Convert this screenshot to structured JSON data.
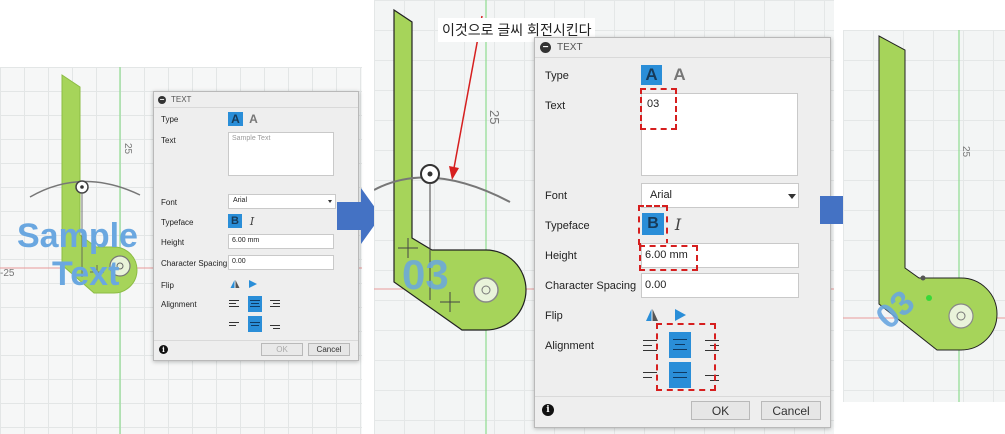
{
  "panel1": {
    "dialog": {
      "title": "TEXT",
      "labels": {
        "type": "Type",
        "text": "Text",
        "font": "Font",
        "typeface": "Typeface",
        "height": "Height",
        "spacing": "Character Spacing",
        "flip": "Flip",
        "alignment": "Alignment"
      },
      "text_placeholder": "Sample Text",
      "font_value": "Arial",
      "height_value": "6.00 mm",
      "spacing_value": "0.00",
      "ok_label": "OK",
      "cancel_label": "Cancel"
    },
    "canvas": {
      "sample_text_line1": "Sample",
      "sample_text_line2": "Text",
      "dim_label": "25",
      "axis_label": "-25"
    }
  },
  "panel2": {
    "callout": "이것으로 글씨 회전시킨다",
    "dialog": {
      "title": "TEXT",
      "labels": {
        "type": "Type",
        "text": "Text",
        "font": "Font",
        "typeface": "Typeface",
        "height": "Height",
        "spacing": "Character Spacing",
        "flip": "Flip",
        "alignment": "Alignment"
      },
      "text_value": "03",
      "font_value": "Arial",
      "height_value": "6.00 mm",
      "spacing_value": "0.00",
      "ok_label": "OK",
      "cancel_label": "Cancel"
    },
    "canvas": {
      "text_on_part": "03",
      "dim_label": "25"
    }
  },
  "panel3": {
    "canvas": {
      "text_on_part": "03",
      "dim_label": "25"
    }
  },
  "icons": {
    "type_filled": "A",
    "type_outline": "A",
    "bold": "B",
    "italic": "I",
    "info": "i",
    "minus": "−"
  },
  "colors": {
    "part_green": "#a6d45a",
    "accent_blue": "#2a8ed8",
    "arrow_blue": "#4472c4",
    "highlight_red": "#d61f1f",
    "text_blue": "#6aa7e0"
  }
}
